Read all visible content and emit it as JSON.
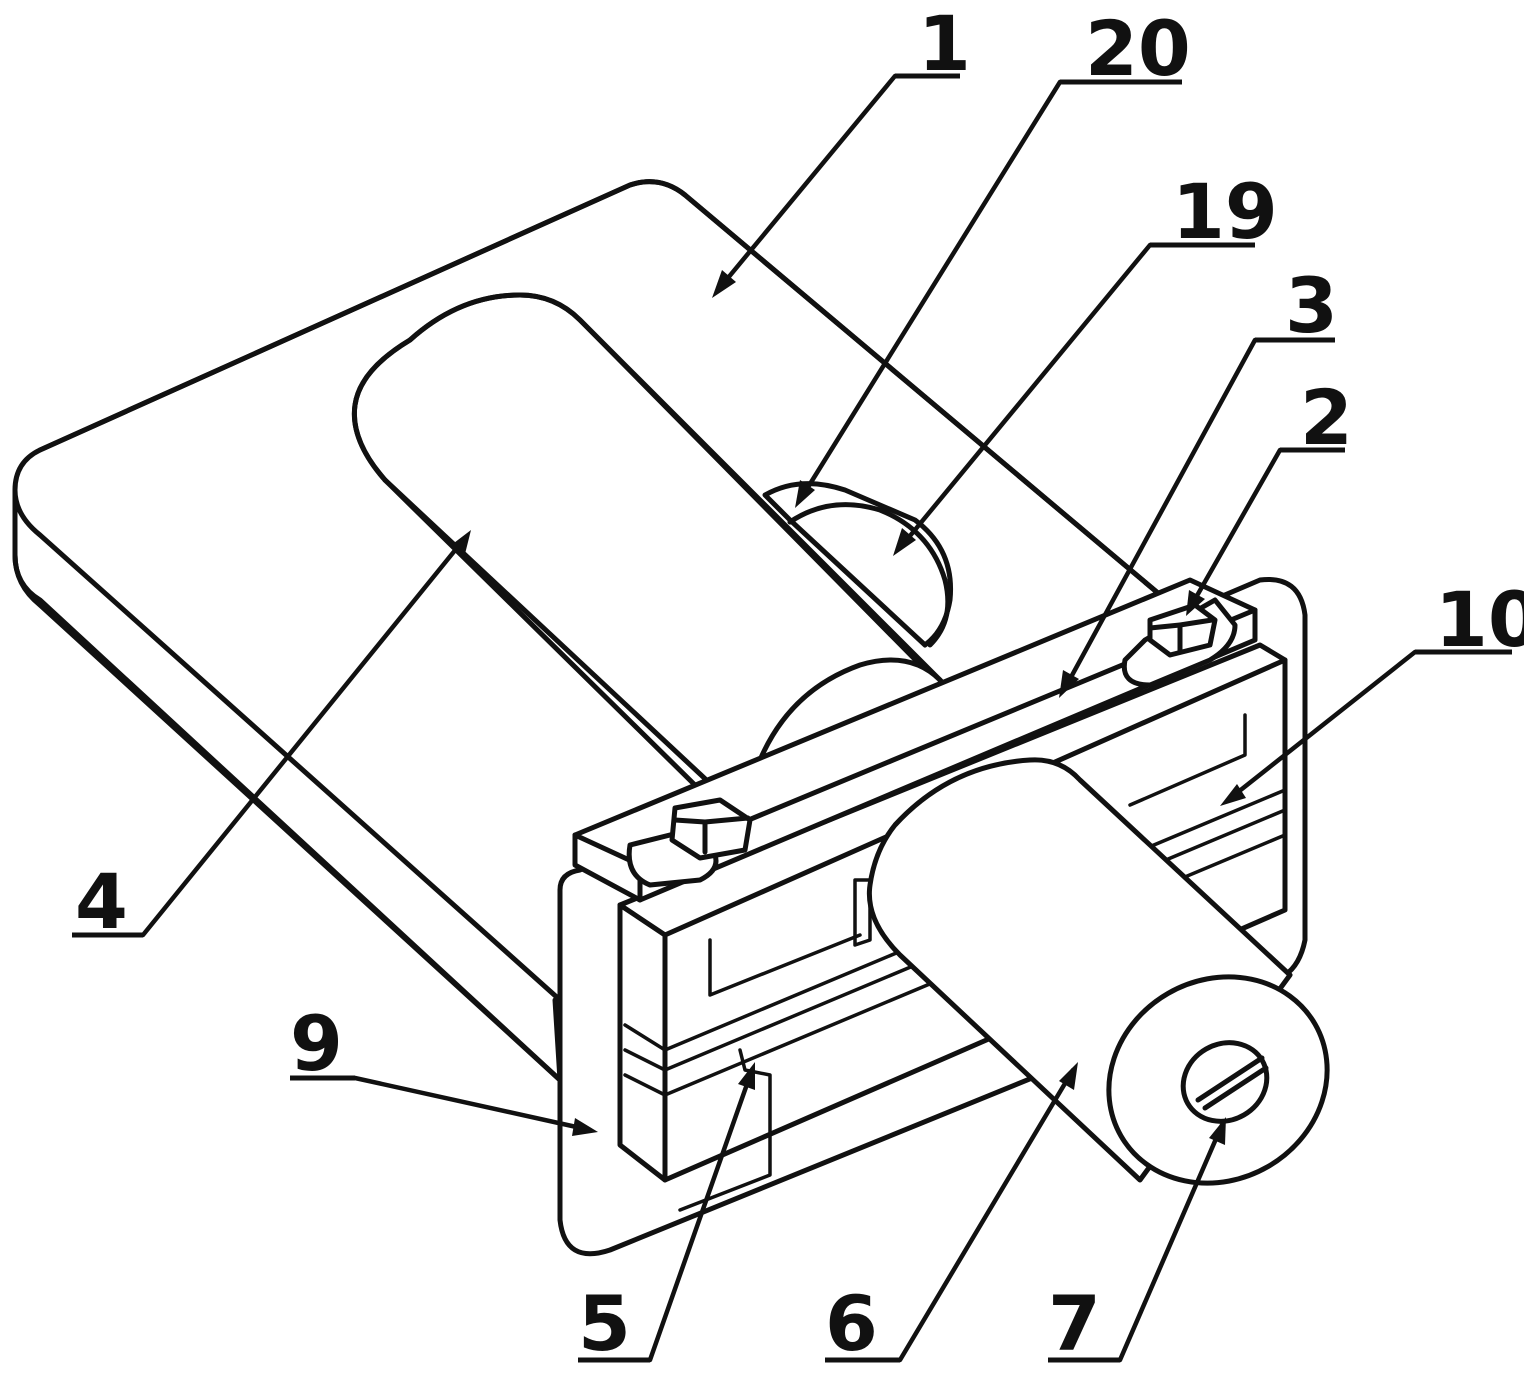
{
  "labels": {
    "l1": "1",
    "l20": "20",
    "l19": "19",
    "l3": "3",
    "l2": "2",
    "l10": "10",
    "l4": "4",
    "l9": "9",
    "l5": "5",
    "l6": "6",
    "l7": "7"
  }
}
